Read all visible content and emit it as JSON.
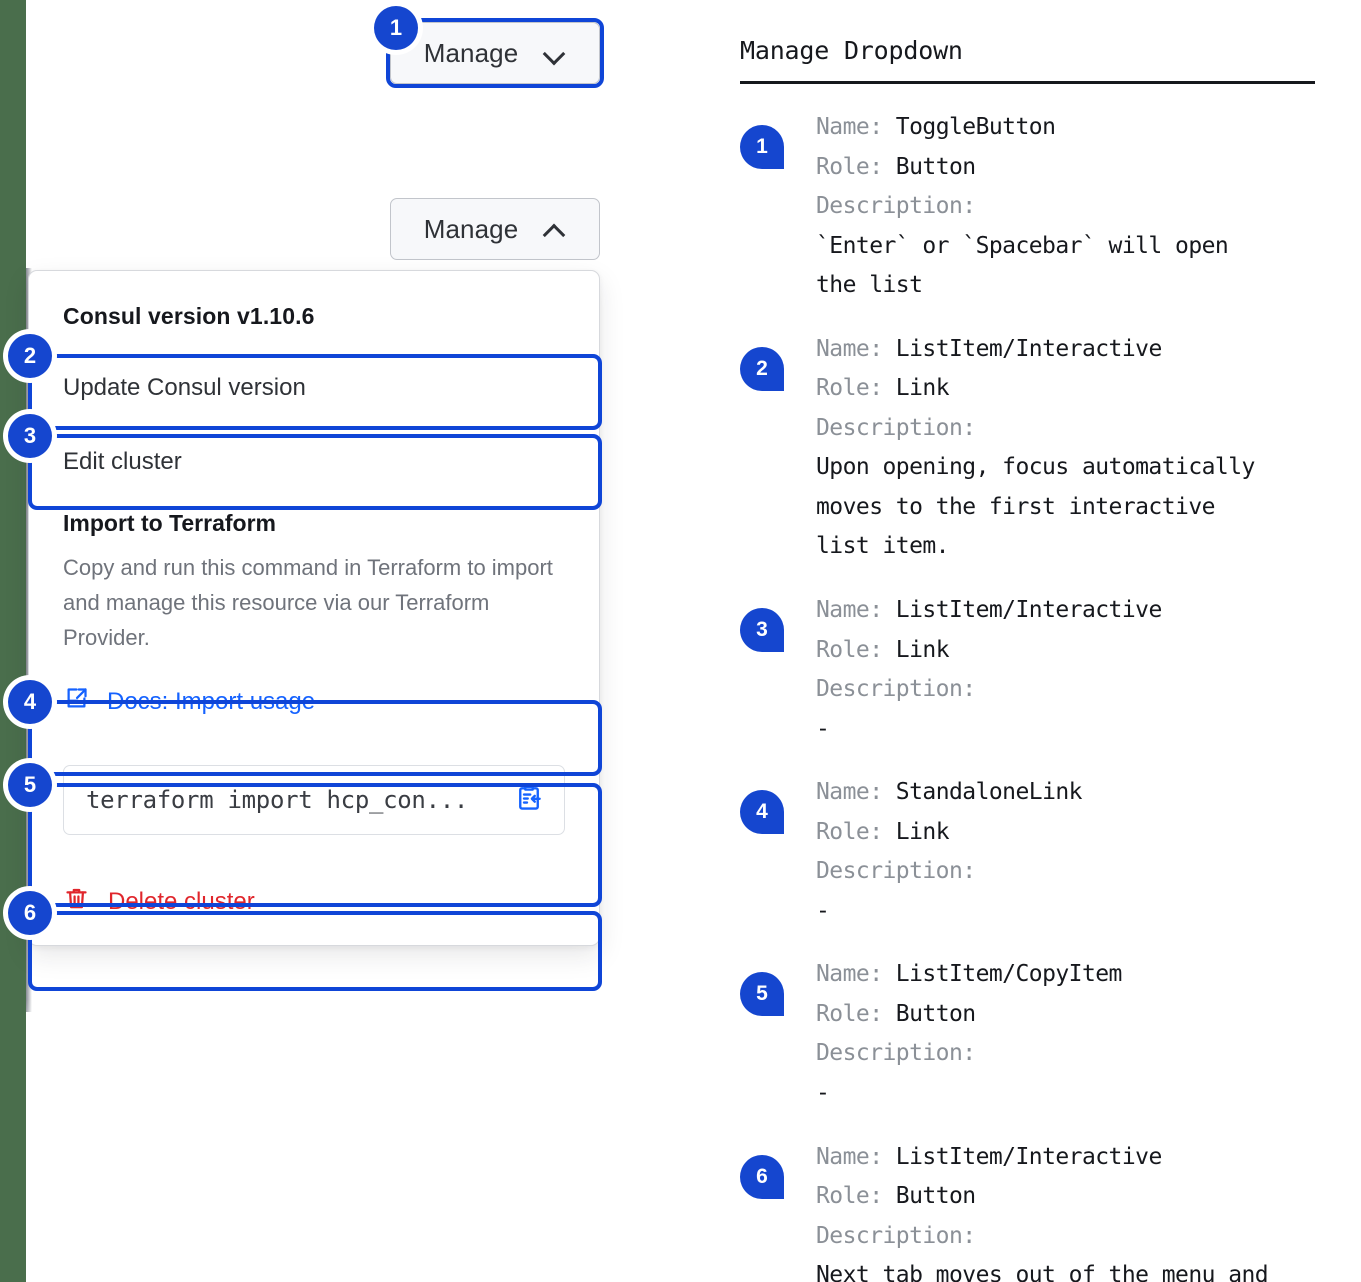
{
  "left": {
    "toggle_buttons": [
      {
        "label": "Manage",
        "state": "collapsed",
        "chevron": "chevron-down-icon"
      },
      {
        "label": "Manage",
        "state": "expanded",
        "chevron": "chevron-up-icon"
      }
    ],
    "dropdown": {
      "version_heading": "Consul version v1.10.6",
      "items": [
        {
          "label": "Update Consul version"
        },
        {
          "label": "Edit cluster"
        }
      ],
      "terraform": {
        "title": "Import to Terraform",
        "description": "Copy and run this command in Terraform to import and manage this resource via our Terraform Provider.",
        "docs_link": "Docs: Import usage",
        "docs_icon": "external-link-docs-icon",
        "command": "terraform import hcp_con...",
        "copy_icon": "copy-to-clipboard-icon"
      },
      "delete": {
        "label": "Delete cluster",
        "icon": "trash-icon"
      }
    },
    "markers": [
      "1",
      "2",
      "3",
      "4",
      "5",
      "6"
    ]
  },
  "right": {
    "title": "Manage Dropdown",
    "labels": {
      "name": "Name:",
      "role": "Role:",
      "description": "Description:"
    },
    "entries": [
      {
        "num": "1",
        "name": "ToggleButton",
        "role": "Button",
        "description": "`Enter` or `Spacebar` will open\nthe list"
      },
      {
        "num": "2",
        "name": "ListItem/Interactive",
        "role": "Link",
        "description": "Upon opening, focus automatically\nmoves to the first interactive\nlist item."
      },
      {
        "num": "3",
        "name": "ListItem/Interactive",
        "role": "Link",
        "description": "-"
      },
      {
        "num": "4",
        "name": "StandaloneLink",
        "role": "Link",
        "description": "-"
      },
      {
        "num": "5",
        "name": "ListItem/CopyItem",
        "role": "Button",
        "description": "-"
      },
      {
        "num": "6",
        "name": "ListItem/Interactive",
        "role": "Button",
        "description": "Next tab moves out of the menu and\nto the next focusable element"
      }
    ]
  },
  "colors": {
    "accent_blue": "#1546cf",
    "focus_blue": "#0f45d7",
    "link_blue": "#1562ff",
    "danger_red": "#e0262c",
    "edge_green": "#4a6e4c",
    "muted_text": "#6f737b"
  }
}
